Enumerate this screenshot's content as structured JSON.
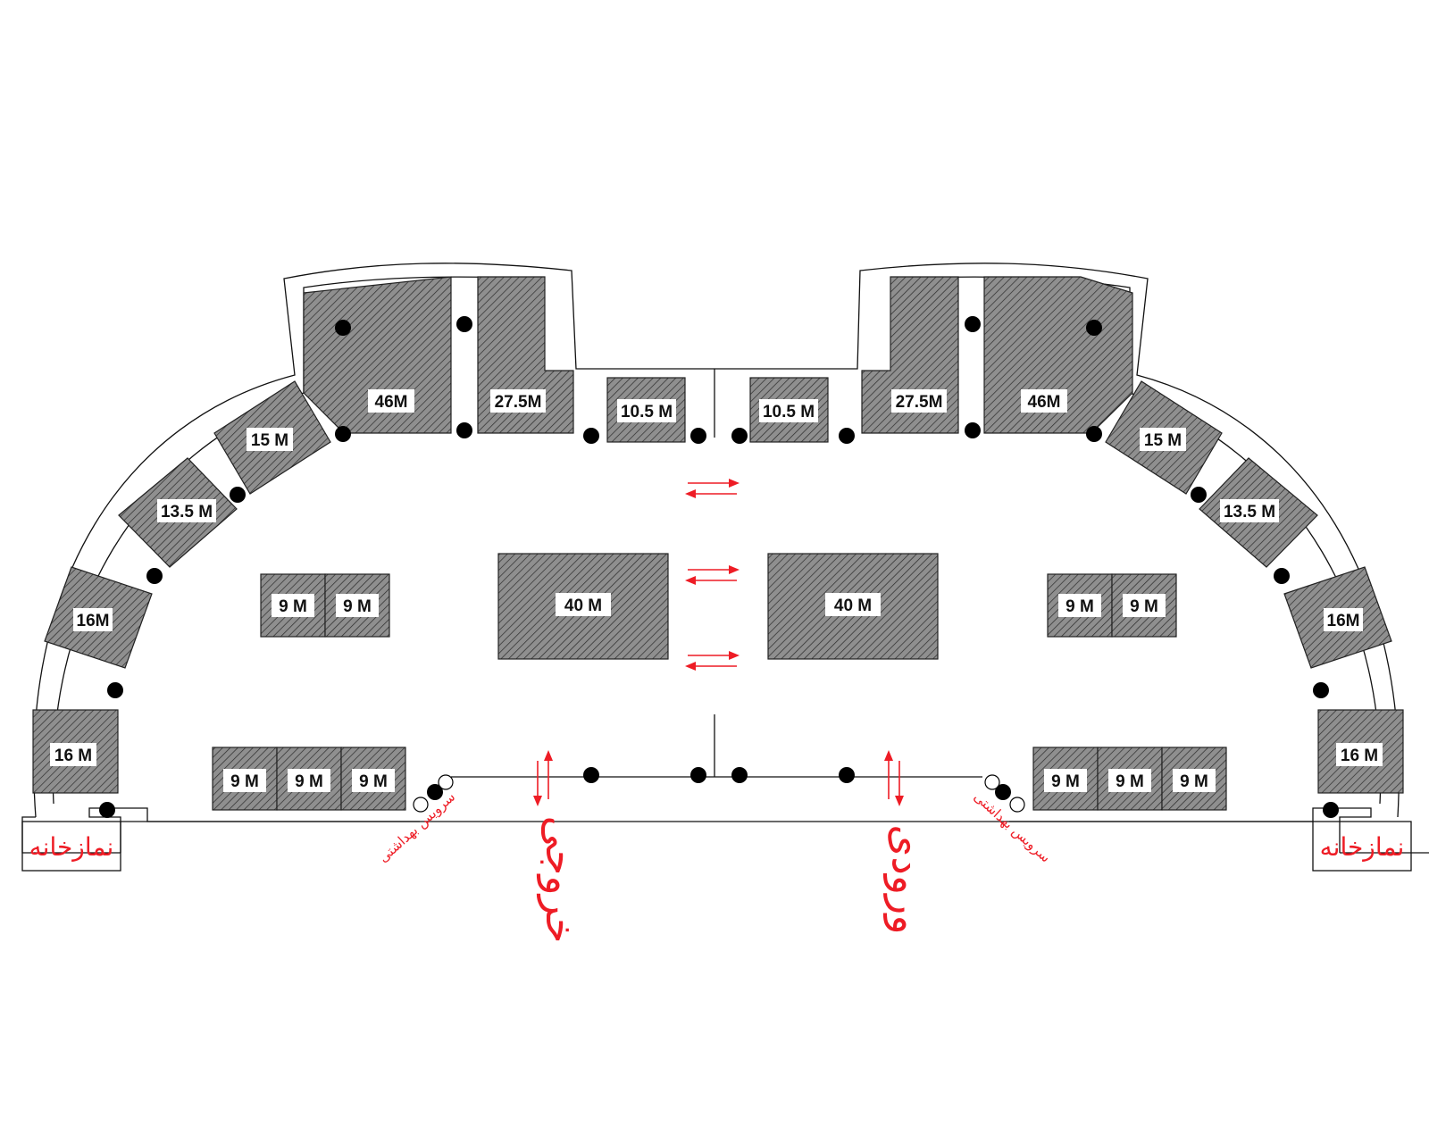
{
  "colors": {
    "booth_fill": "#8f8f8f",
    "hatch": "#2a2a2a",
    "annotation": "#ee1c25",
    "wall": "#111111"
  },
  "booths": {
    "top_left_big": "46M",
    "top_left_mid": "27.5M",
    "top_left_small": "10.5 M",
    "top_right_small": "10.5 M",
    "top_right_mid": "27.5M",
    "top_right_big": "46M",
    "arc_left_15": "15 M",
    "arc_left_13": "13.5 M",
    "arc_left_16": "16M",
    "side_left_16": "16 M",
    "arc_right_15": "15 M",
    "arc_right_13": "13.5 M",
    "arc_right_16": "16M",
    "side_right_16": "16 M",
    "center_left_40": "40 M",
    "center_right_40": "40 M",
    "mid_left_9a": "9 M",
    "mid_left_9b": "9 M",
    "mid_right_9a": "9 M",
    "mid_right_9b": "9 M",
    "bottom_left_9a": "9 M",
    "bottom_left_9b": "9 M",
    "bottom_left_9c": "9 M",
    "bottom_right_9a": "9 M",
    "bottom_right_9b": "9 M",
    "bottom_right_9c": "9 M"
  },
  "labels": {
    "prayer_room_left": "نمازخانه",
    "prayer_room_right": "نمازخانه",
    "restroom_left": "سرویس بهداشتی",
    "restroom_right": "سرویس بهداشتی",
    "exit": "خروجی",
    "entrance": "ورودی"
  }
}
